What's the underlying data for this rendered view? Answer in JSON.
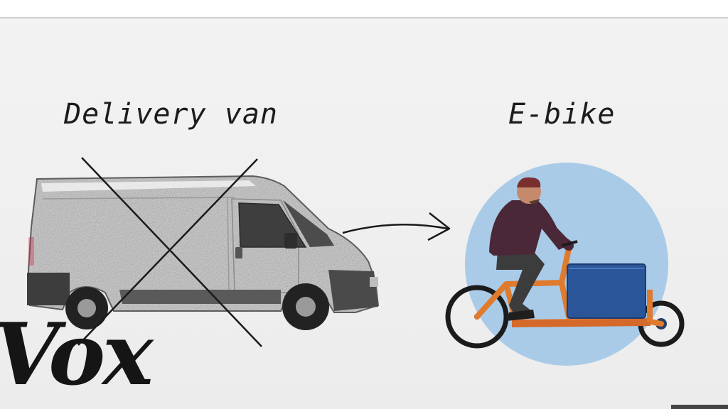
{
  "labels": {
    "delivery_van": "Delivery van",
    "e_bike": "E-bike"
  },
  "logo": {
    "text": "Vox"
  },
  "icons": {
    "van": "delivery-van-illustration",
    "cross": "cross-out-icon",
    "arrow": "arrow-right-icon",
    "ebike": "cargo-ebike-illustration"
  },
  "colors": {
    "circle": "#a9cbe8",
    "bike_frame": "#e07a2c",
    "cargo_box": "#2a5599",
    "van_body": "#d9d9d9",
    "ink": "#1c1c1c"
  }
}
